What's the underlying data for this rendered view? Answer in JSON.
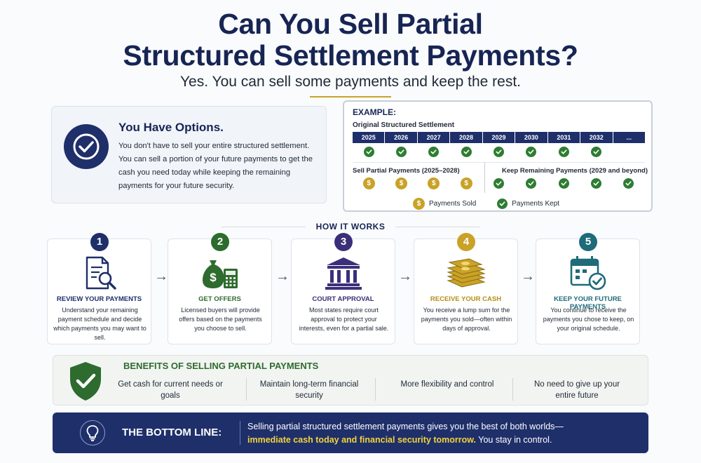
{
  "title_line1": "Can You Sell Partial",
  "title_line2": "Structured Settlement Payments?",
  "subtitle": "Yes. You can sell some payments and keep the rest.",
  "options": {
    "heading": "You Have Options.",
    "body": "You don't have to sell your entire structured settlement. You can sell a portion of your future payments to get the cash you need today while keeping the remaining payments for your future security."
  },
  "example": {
    "title": "EXAMPLE:",
    "subtitle": "Original Structured Settlement",
    "years": [
      "2025",
      "2026",
      "2027",
      "2028",
      "2029",
      "2030",
      "2031",
      "2032",
      "..."
    ],
    "sell_label": "Sell Partial Payments (2025–2028)",
    "keep_label": "Keep Remaining Payments (2029 and beyond)",
    "sold_symbol": "$",
    "legend_sold": "Payments Sold",
    "legend_kept": "Payments Kept"
  },
  "how_it_works": "HOW IT WORKS",
  "steps": [
    {
      "num": "1",
      "title": "REVIEW YOUR PAYMENTS",
      "body": "Understand your remaining payment schedule and decide which payments you may want to sell.",
      "color": "#1e2f6a"
    },
    {
      "num": "2",
      "title": "GET OFFERS",
      "body": "Licensed buyers will provide offers based on the payments you choose to sell.",
      "color": "#2e6b2e"
    },
    {
      "num": "3",
      "title": "COURT APPROVAL",
      "body": "Most states require court approval to protect your interests, even for a partial sale.",
      "color": "#3b2f7a"
    },
    {
      "num": "4",
      "title": "RECEIVE YOUR CASH",
      "body": "You receive a lump sum for the payments you sold—often within days of approval.",
      "color": "#c9a227"
    },
    {
      "num": "5",
      "title": "KEEP YOUR FUTURE PAYMENTS",
      "body": "You continue to receive the payments you chose to keep, on your original schedule.",
      "color": "#1e6b7a"
    }
  ],
  "benefits": {
    "heading": "BENEFITS OF SELLING PARTIAL PAYMENTS",
    "items": [
      "Get cash for current needs or goals",
      "Maintain long-term financial security",
      "More flexibility and control",
      "No need to give up your entire future"
    ]
  },
  "bottom_line": {
    "heading": "THE BOTTOM LINE:",
    "text_before": "Selling partial structured settlement payments gives you the best of both worlds—",
    "highlight": "immediate cash today and financial security tomorrow.",
    "text_after": " You stay in control."
  },
  "colors": {
    "navy": "#1e2f6a",
    "green": "#2e7d32",
    "gold": "#c9a227",
    "highlight": "#f4d23a"
  }
}
